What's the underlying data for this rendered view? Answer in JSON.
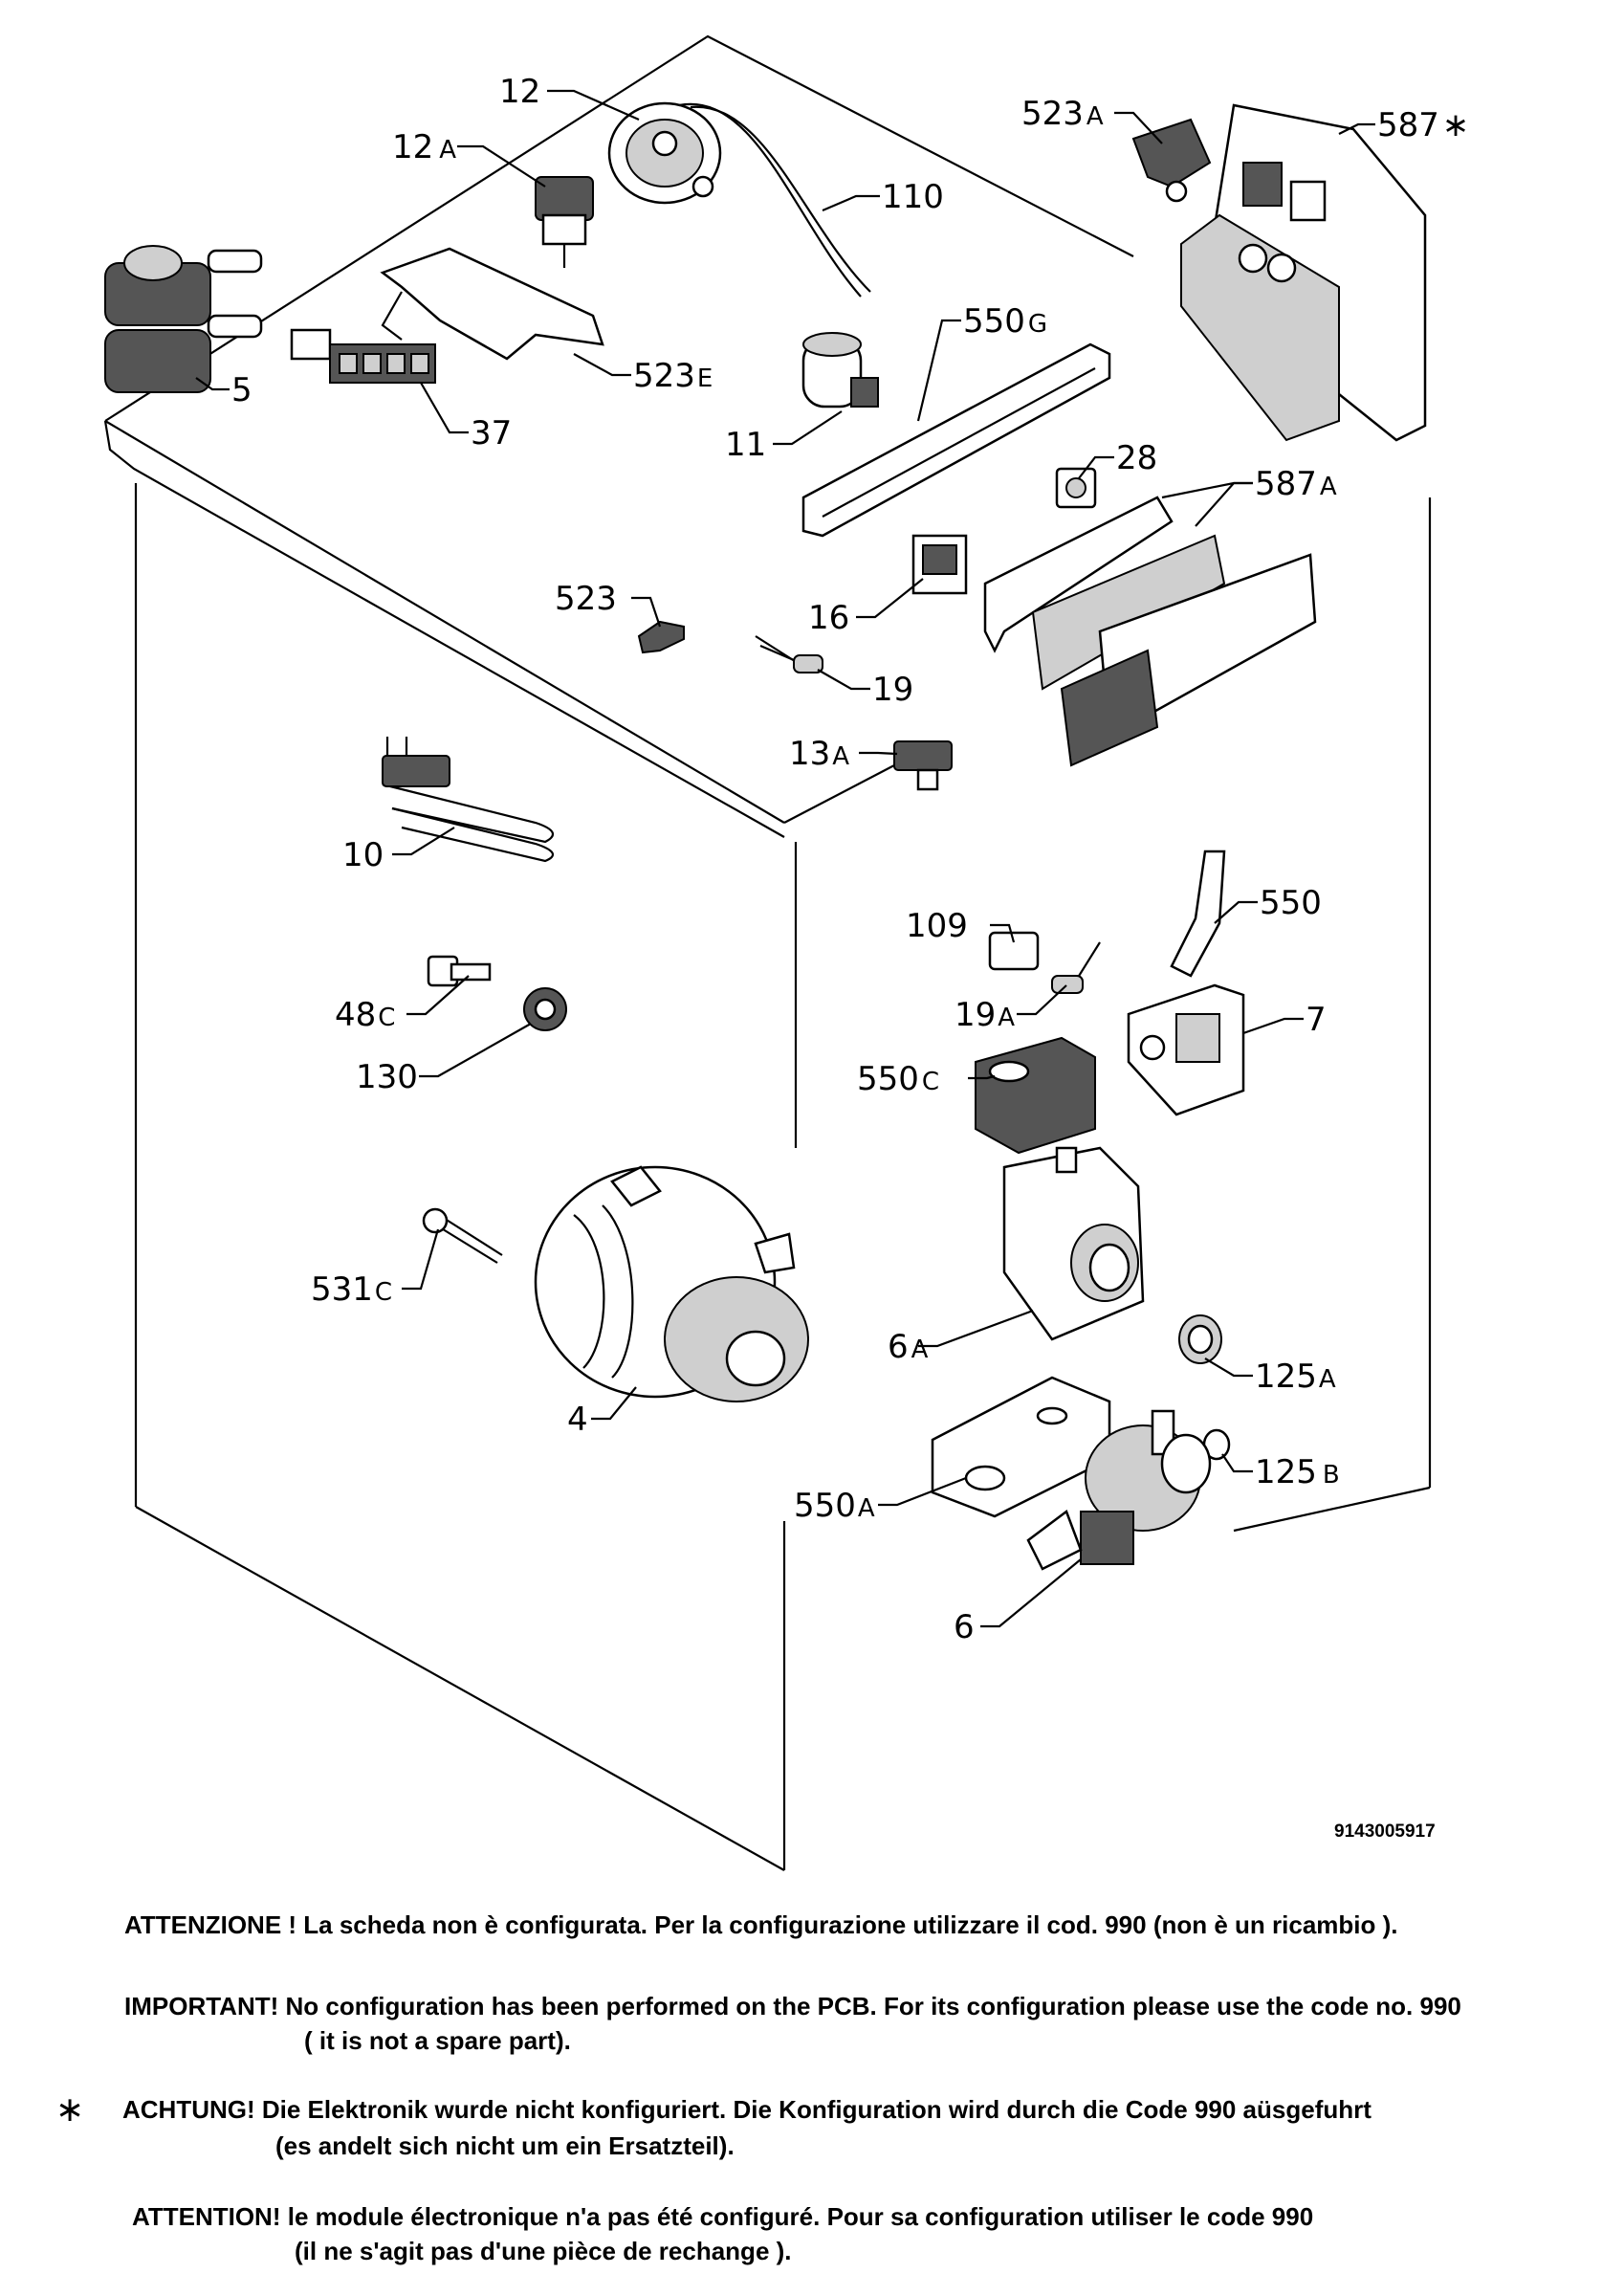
{
  "labels": {
    "p12": {
      "n": "12",
      "s": ""
    },
    "p12a": {
      "n": "12",
      "s": "A"
    },
    "p110": {
      "n": "110",
      "s": ""
    },
    "p523a": {
      "n": "523",
      "s": "A"
    },
    "p587s": {
      "n": "587",
      "s": "∗"
    },
    "p5": {
      "n": "5",
      "s": ""
    },
    "p37": {
      "n": "37",
      "s": ""
    },
    "p523e": {
      "n": "523",
      "s": "E"
    },
    "p550g": {
      "n": "550",
      "s": "G"
    },
    "p11": {
      "n": "11",
      "s": ""
    },
    "p28": {
      "n": "28",
      "s": ""
    },
    "p587a": {
      "n": "587",
      "s": "A"
    },
    "p523": {
      "n": "523",
      "s": ""
    },
    "p16": {
      "n": "16",
      "s": ""
    },
    "p19": {
      "n": "19",
      "s": ""
    },
    "p13a": {
      "n": "13",
      "s": "A"
    },
    "p10": {
      "n": "10",
      "s": ""
    },
    "p109": {
      "n": "109",
      "s": ""
    },
    "p550": {
      "n": "550",
      "s": ""
    },
    "p19a": {
      "n": "19",
      "s": "A"
    },
    "p7": {
      "n": "7",
      "s": ""
    },
    "p48c": {
      "n": "48",
      "s": "C"
    },
    "p130": {
      "n": "130",
      "s": ""
    },
    "p550c": {
      "n": "550",
      "s": "C"
    },
    "p531c": {
      "n": "531",
      "s": "C"
    },
    "p6a": {
      "n": "6",
      "s": "A"
    },
    "p125a": {
      "n": "125",
      "s": "A"
    },
    "p4": {
      "n": "4",
      "s": ""
    },
    "p125b": {
      "n": "125",
      "s": "B"
    },
    "p550a": {
      "n": "550",
      "s": "A"
    },
    "p6": {
      "n": "6",
      "s": ""
    }
  },
  "drawing_number": "9143005917",
  "notes": {
    "it": "ATTENZIONE ! La scheda non è  configurata. Per la configurazione utilizzare il cod. 990 (non è un ricambio ).",
    "en_1": "IMPORTANT! No configuration has been performed on the PCB. For its configuration please use the code no. 990",
    "en_2": "( it is not a spare part).",
    "star": "∗",
    "de_1": "ACHTUNG! Die Elektronik wurde nicht konfiguriert. Die Konfiguration wird durch die Code 990 aüsgefuhrt",
    "de_2": "(es andelt sich nicht um ein Ersatzteil).",
    "fr_1": "ATTENTION! le module électronique n'a pas été configuré. Pour  sa configuration utiliser le code 990",
    "fr_2": "(il ne s'agit pas d'une pièce de rechange )."
  }
}
